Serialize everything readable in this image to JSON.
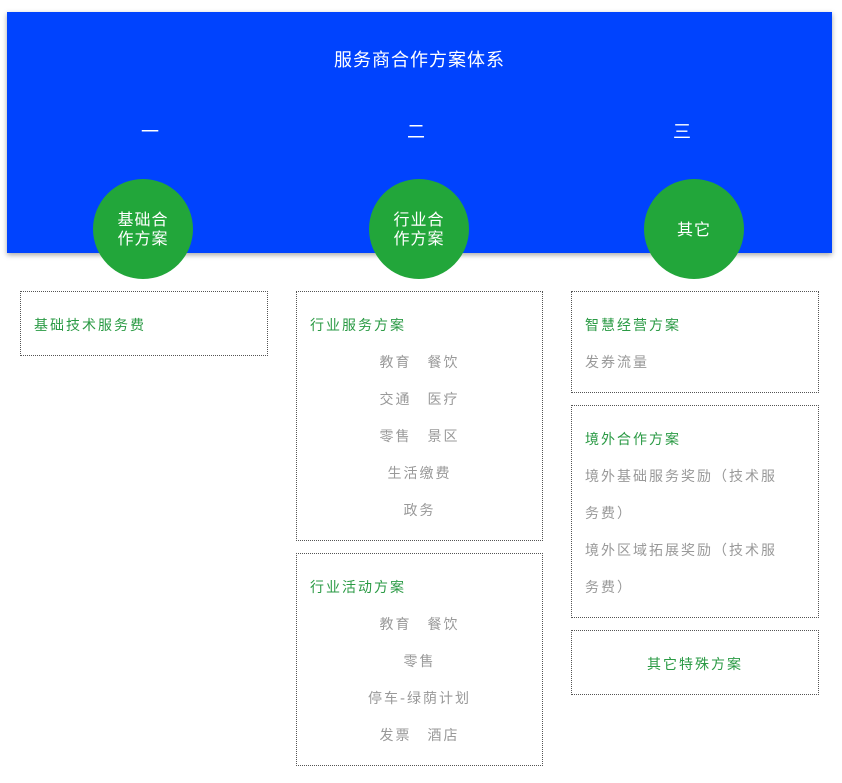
{
  "banner": {
    "title": "服务商合作方案体系",
    "columns": [
      {
        "number": "一",
        "circle_lines": [
          "基础合",
          "作方案"
        ]
      },
      {
        "number": "二",
        "circle_lines": [
          "行业合",
          "作方案"
        ]
      },
      {
        "number": "三",
        "circle_lines": [
          "其它"
        ]
      }
    ]
  },
  "column1": {
    "box1": {
      "title": "基础技术服务费"
    }
  },
  "column2": {
    "box1": {
      "title": "行业服务方案",
      "items": [
        "教育　餐饮",
        "交通　医疗",
        "零售　景区",
        "生活缴费",
        "政务"
      ]
    },
    "box2": {
      "title": "行业活动方案",
      "items": [
        "教育　餐饮",
        "零售",
        "停车-绿荫计划",
        "发票　酒店"
      ]
    }
  },
  "column3": {
    "box1": {
      "title": "智慧经营方案",
      "items": [
        "发券流量"
      ]
    },
    "box2": {
      "title": "境外合作方案",
      "items": [
        "境外基础服务奖励（技术服",
        "务费）",
        "境外区域拓展奖励（技术服",
        "务费）"
      ]
    },
    "box3": {
      "title": "其它特殊方案"
    }
  },
  "colors": {
    "banner": "#0043fe",
    "circle": "#22a63a",
    "title_green": "#2a9a44",
    "item_gray": "#999999"
  }
}
